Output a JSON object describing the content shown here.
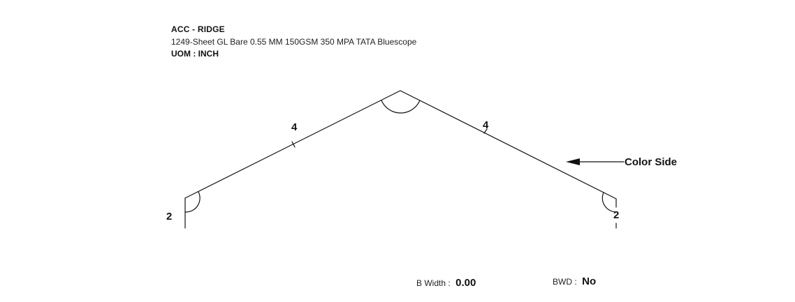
{
  "header": {
    "title": "ACC - RIDGE",
    "description": "1249-Sheet GL Bare 0.55 MM 150GSM 350 MPA TATA Bluescope",
    "uom": "UOM : INCH"
  },
  "diagram": {
    "dimensions": {
      "left_flange": "2",
      "left_slope": "4",
      "right_slope": "4",
      "right_flange": "2"
    },
    "color_side_label": "Color Side",
    "line_color": "#111111"
  },
  "footer": {
    "b_width_label": "B Width :",
    "b_width_value": "0.00",
    "bwd_label": "BWD :",
    "bwd_value": "No"
  }
}
